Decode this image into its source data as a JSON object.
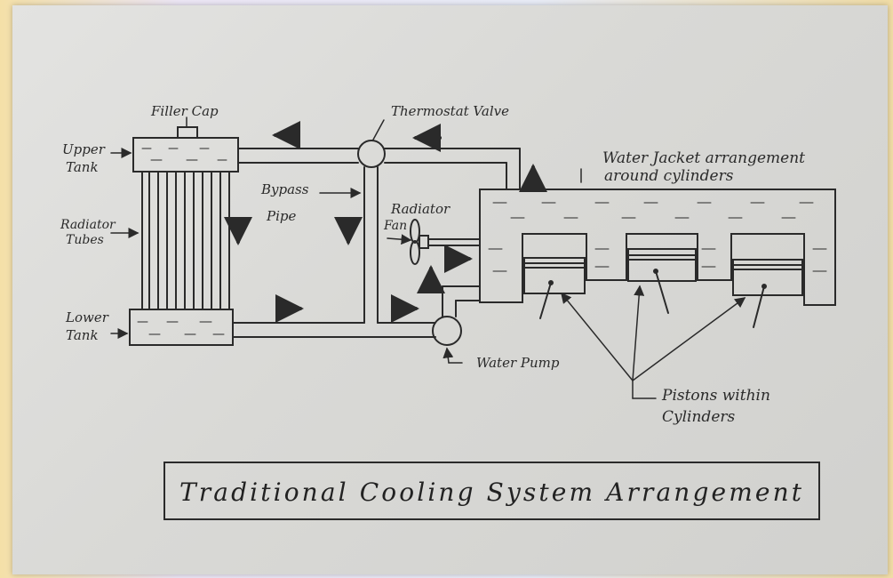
{
  "diagram": {
    "title": "Traditional Cooling System Arrangement",
    "labels": {
      "filler_cap": "Filler Cap",
      "upper_tank_1": "Upper",
      "upper_tank_2": "Tank",
      "radiator_tubes_1": "Radiator",
      "radiator_tubes_2": "Tubes",
      "lower_tank_1": "Lower",
      "lower_tank_2": "Tank",
      "thermostat_valve": "Thermostat Valve",
      "bypass_pipe_1": "Bypass",
      "bypass_pipe_2": "Pipe",
      "radiator_fan_1": "Radiator",
      "radiator_fan_2": "Fan",
      "water_jacket_1": "Water Jacket arrangement",
      "water_jacket_2": "around cylinders",
      "water_pump": "Water Pump",
      "pistons_1": "Pistons within",
      "pistons_2": "Cylinders"
    },
    "colors": {
      "ink": "#2a2a2a",
      "paper": "#dcdcd9",
      "border_left": "#f4e0a8"
    }
  }
}
